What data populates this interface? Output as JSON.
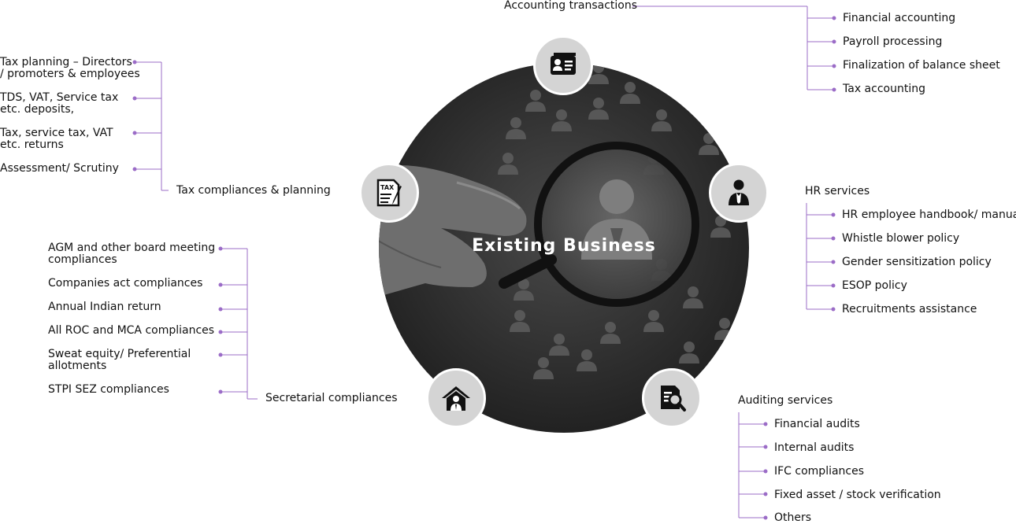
{
  "center": {
    "title": "Existing Business"
  },
  "icons": {
    "accounting": "id-card-icon",
    "hr": "business-person-icon",
    "auditing": "document-magnifier-icon",
    "secretarial": "house-person-icon",
    "tax": "tax-document-icon"
  },
  "colors": {
    "connector": "#9b6cc7",
    "node_bg": "#d4d4d4",
    "circle_bg": "#2e2e2e"
  },
  "groups": {
    "accounting": {
      "heading": "Accounting transactions",
      "items": [
        "Financial accounting",
        "Payroll processing",
        "Finalization of balance sheet",
        "Tax accounting"
      ]
    },
    "hr": {
      "heading": "HR services",
      "items": [
        "HR employee handbook/ manual",
        "Whistle blower policy",
        "Gender sensitization policy",
        "ESOP policy",
        "Recruitments assistance"
      ]
    },
    "auditing": {
      "heading": "Auditing services",
      "items": [
        "Financial audits",
        "Internal audits",
        "IFC compliances",
        "Fixed asset / stock verification",
        "Others"
      ]
    },
    "tax": {
      "heading": "Tax compliances & planning",
      "items": [
        [
          "Tax planning – Directors",
          "/ promoters & employees"
        ],
        [
          "TDS, VAT, Service tax",
          "etc. deposits,"
        ],
        [
          "Tax, service tax, VAT",
          "etc. returns"
        ],
        [
          "Assessment/ Scrutiny"
        ]
      ]
    },
    "secretarial": {
      "heading": "Secretarial compliances",
      "items": [
        [
          "AGM and other board meeting",
          "compliances"
        ],
        [
          "Companies act compliances"
        ],
        [
          "Annual Indian return"
        ],
        [
          "All ROC and MCA compliances"
        ],
        [
          "Sweat equity/ Preferential",
          "allotments"
        ],
        [
          "STPI SEZ compliances"
        ]
      ]
    }
  }
}
